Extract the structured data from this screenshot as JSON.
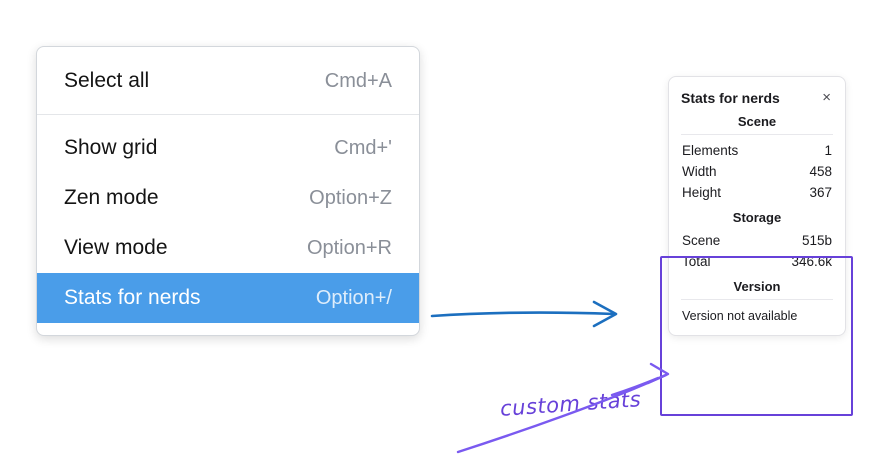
{
  "menu": {
    "items": [
      {
        "label": "Select all",
        "shortcut": "Cmd+A"
      },
      {
        "label": "Show grid",
        "shortcut": "Cmd+'"
      },
      {
        "label": "Zen mode",
        "shortcut": "Option+Z"
      },
      {
        "label": "View mode",
        "shortcut": "Option+R"
      },
      {
        "label": "Stats for nerds",
        "shortcut": "Option+/"
      }
    ]
  },
  "panel": {
    "title": "Stats for nerds",
    "close": "×",
    "scene": {
      "heading": "Scene",
      "rows": [
        {
          "label": "Elements",
          "value": "1"
        },
        {
          "label": "Width",
          "value": "458"
        },
        {
          "label": "Height",
          "value": "367"
        }
      ]
    },
    "storage": {
      "heading": "Storage",
      "rows": [
        {
          "label": "Scene",
          "value": "515b"
        },
        {
          "label": "Total",
          "value": "346.6k"
        }
      ]
    },
    "version": {
      "heading": "Version",
      "note": "Version not available"
    }
  },
  "annotation": {
    "label": "custom stats"
  },
  "colors": {
    "menu_highlight": "#4a9de9",
    "arrow_blue": "#1c6fbf",
    "annotation_purple": "#6741d9"
  }
}
